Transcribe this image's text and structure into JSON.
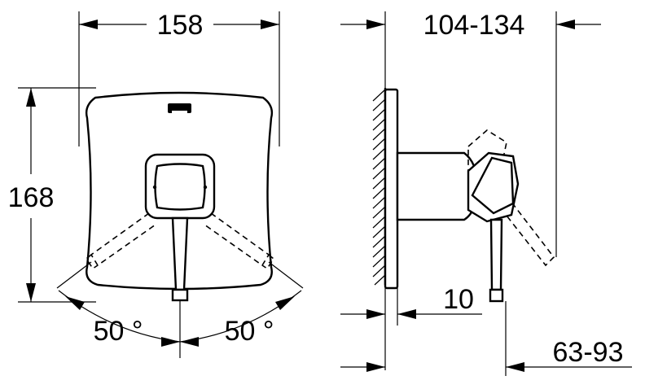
{
  "dimensions": {
    "width": "158",
    "height": "168",
    "angle_left": "50 °",
    "angle_right": "50 °",
    "depth": "104-134",
    "wall": "10",
    "offset": "63-93"
  }
}
